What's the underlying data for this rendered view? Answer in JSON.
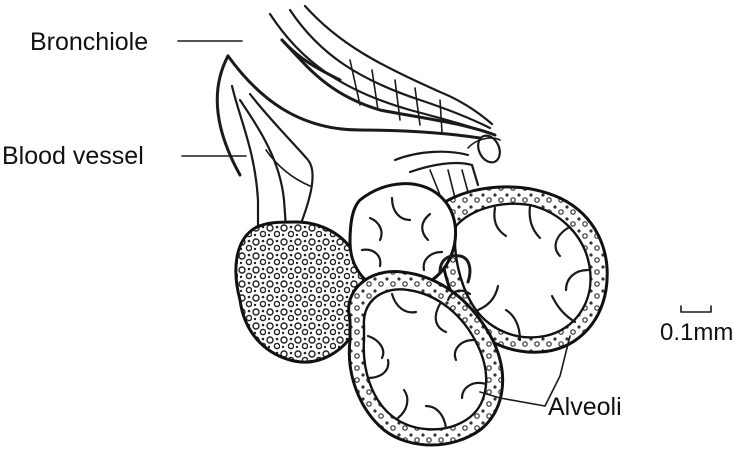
{
  "labels": {
    "bronchiole": "Bronchiole",
    "blood_vessel": "Blood vessel",
    "alveoli": "Alveoli",
    "scale_bar": "0.1mm"
  }
}
